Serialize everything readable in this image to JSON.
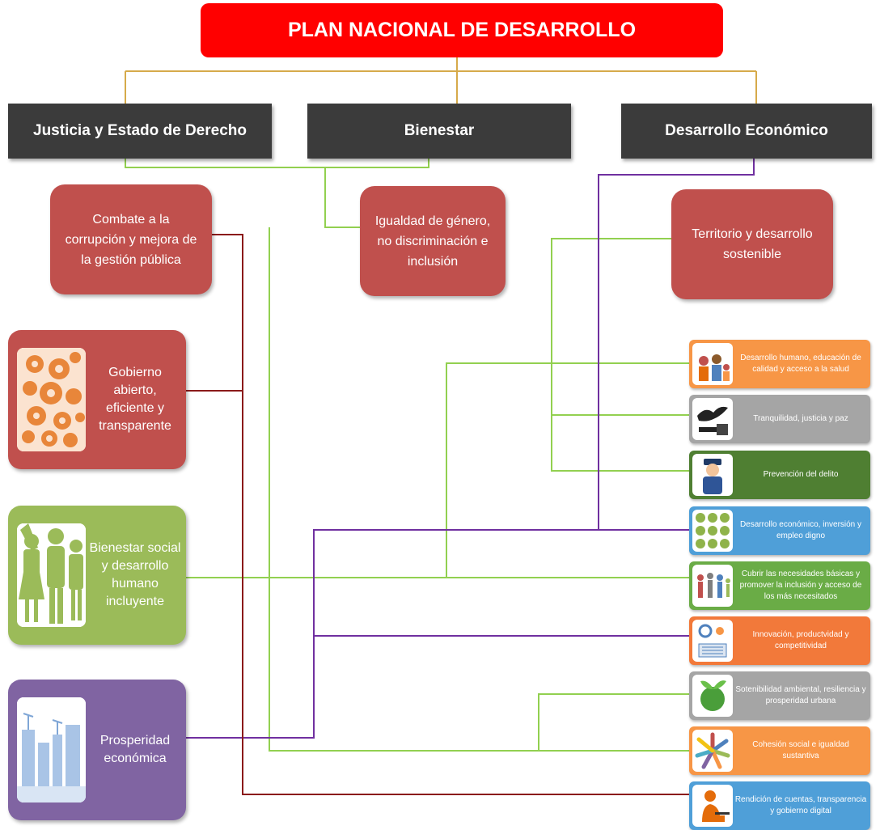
{
  "title": "PLAN NACIONAL DE DESARROLLO",
  "pillars": [
    "Justicia y Estado de Derecho",
    "Bienestar",
    "Desarrollo Económico"
  ],
  "goals": [
    "Combate a la corrupción y mejora de la gestión pública",
    "Igualdad de género, no discriminación e inclusión",
    "Territorio y desarrollo sostenible"
  ],
  "axes": [
    {
      "label": "Gobierno abierto, eficiente y transparente",
      "color": "#c0504d",
      "icon": "gears-icon"
    },
    {
      "label": "Bienestar social y desarrollo humano incluyente",
      "color": "#9bbb59",
      "icon": "people-icon"
    },
    {
      "label": "Prosperidad económica",
      "color": "#8064a2",
      "icon": "city-icon"
    }
  ],
  "objectives": [
    {
      "label": "Desarrollo humano, educación de calidad y acceso a la salud",
      "color": "#f79646",
      "icon": "family-health-icon"
    },
    {
      "label": "Tranquilidad, justicia y paz",
      "color": "#a5a5a5",
      "icon": "dove-gavel-icon"
    },
    {
      "label": "Prevención del delito",
      "color": "#4f7f32",
      "icon": "police-officer-icon"
    },
    {
      "label": "Desarrollo económico, inversión y empleo digno",
      "color": "#4f9fd8",
      "icon": "economy-icons-icon"
    },
    {
      "label": "Cubrir las necesidades básicas y promover la inclusión y acceso de los más necesitados",
      "color": "#6aac46",
      "icon": "community-icon"
    },
    {
      "label": "Innovación, productvidad y competitividad",
      "color": "#f2793a",
      "icon": "innovation-icon"
    },
    {
      "label": "Sotenibilidad ambiental, resiliencia y prosperidad urbana",
      "color": "#a5a5a5",
      "icon": "globe-plant-icon"
    },
    {
      "label": "Cohesión social e igualdad sustantiva",
      "color": "#f79646",
      "icon": "hands-circle-icon"
    },
    {
      "label": "Rendición de cuentas, transparencia y gobierno digital",
      "color": "#4f9fd8",
      "icon": "person-laptop-icon"
    }
  ],
  "colors": {
    "title": "#ff0000",
    "pillar": "#3b3b3b",
    "goal": "#c0504d",
    "line_gold": "#d6aa4a",
    "line_green": "#92d050",
    "line_purple": "#7030a0",
    "line_red": "#8b1a1a"
  }
}
